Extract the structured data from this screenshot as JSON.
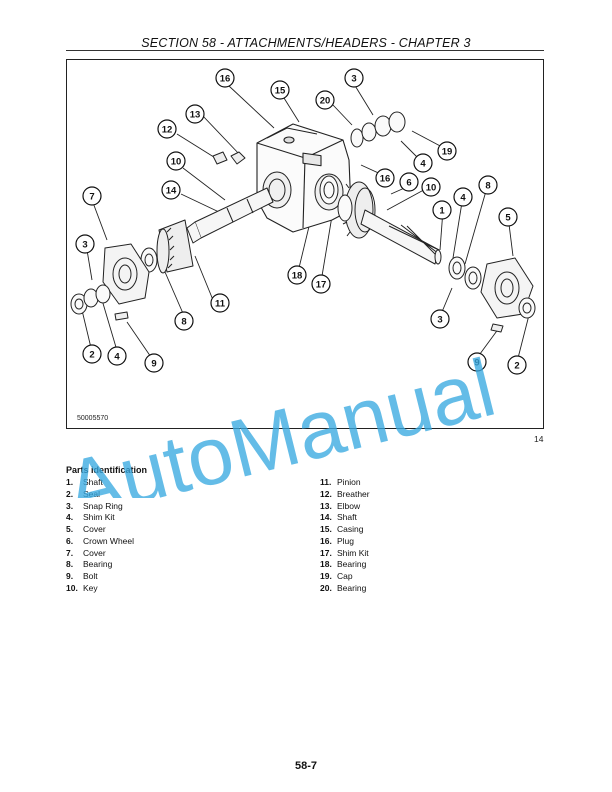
{
  "header": {
    "section_title": "SECTION 58 - ATTACHMENTS/HEADERS - CHAPTER 3"
  },
  "figure": {
    "drawing_id": "50005570",
    "figure_number": "14",
    "callouts": [
      "16",
      "3",
      "15",
      "20",
      "13",
      "12",
      "19",
      "10",
      "4",
      "16",
      "6",
      "10",
      "14",
      "7",
      "8",
      "4",
      "1",
      "5",
      "3",
      "18",
      "17",
      "11",
      "8",
      "3",
      "2",
      "4",
      "9",
      "9",
      "2"
    ]
  },
  "parts": {
    "title": "Parts identification",
    "left": [
      {
        "num": "1.",
        "name": "Shaft"
      },
      {
        "num": "2.",
        "name": "Seal"
      },
      {
        "num": "3.",
        "name": "Snap Ring"
      },
      {
        "num": "4.",
        "name": "Shim Kit"
      },
      {
        "num": "5.",
        "name": "Cover"
      },
      {
        "num": "6.",
        "name": "Crown Wheel"
      },
      {
        "num": "7.",
        "name": "Cover"
      },
      {
        "num": "8.",
        "name": "Bearing"
      },
      {
        "num": "9.",
        "name": "Bolt"
      },
      {
        "num": "10.",
        "name": "Key"
      }
    ],
    "right": [
      {
        "num": "11.",
        "name": "Pinion"
      },
      {
        "num": "12.",
        "name": "Breather"
      },
      {
        "num": "13.",
        "name": "Elbow"
      },
      {
        "num": "14.",
        "name": "Shaft"
      },
      {
        "num": "15.",
        "name": "Casing"
      },
      {
        "num": "16.",
        "name": "Plug"
      },
      {
        "num": "17.",
        "name": "Shim Kit"
      },
      {
        "num": "18.",
        "name": "Bearing"
      },
      {
        "num": "19.",
        "name": "Cap"
      },
      {
        "num": "20.",
        "name": "Bearing"
      }
    ]
  },
  "footer": {
    "page_number": "58-7"
  },
  "watermark": {
    "text": "AutoManual",
    "color": "#39a9e0"
  }
}
